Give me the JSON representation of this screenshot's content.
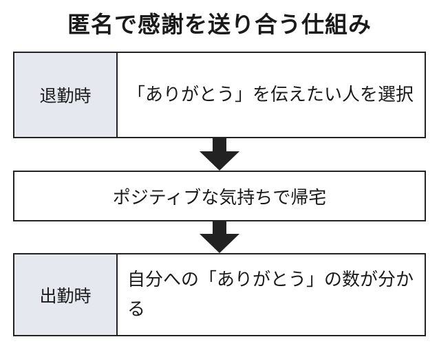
{
  "title": "匿名で感謝を送り合う仕組み",
  "steps": [
    {
      "label": "退勤時",
      "text": "「ありがとう」を伝えたい人を選択"
    },
    {
      "text": "ポジティブな気持ちで帰宅"
    },
    {
      "label": "出勤時",
      "text": "自分への「ありがとう」の数が分かる"
    }
  ],
  "colors": {
    "label_bg": "#e6e8ef",
    "border": "#222222",
    "arrow": "#222222"
  }
}
